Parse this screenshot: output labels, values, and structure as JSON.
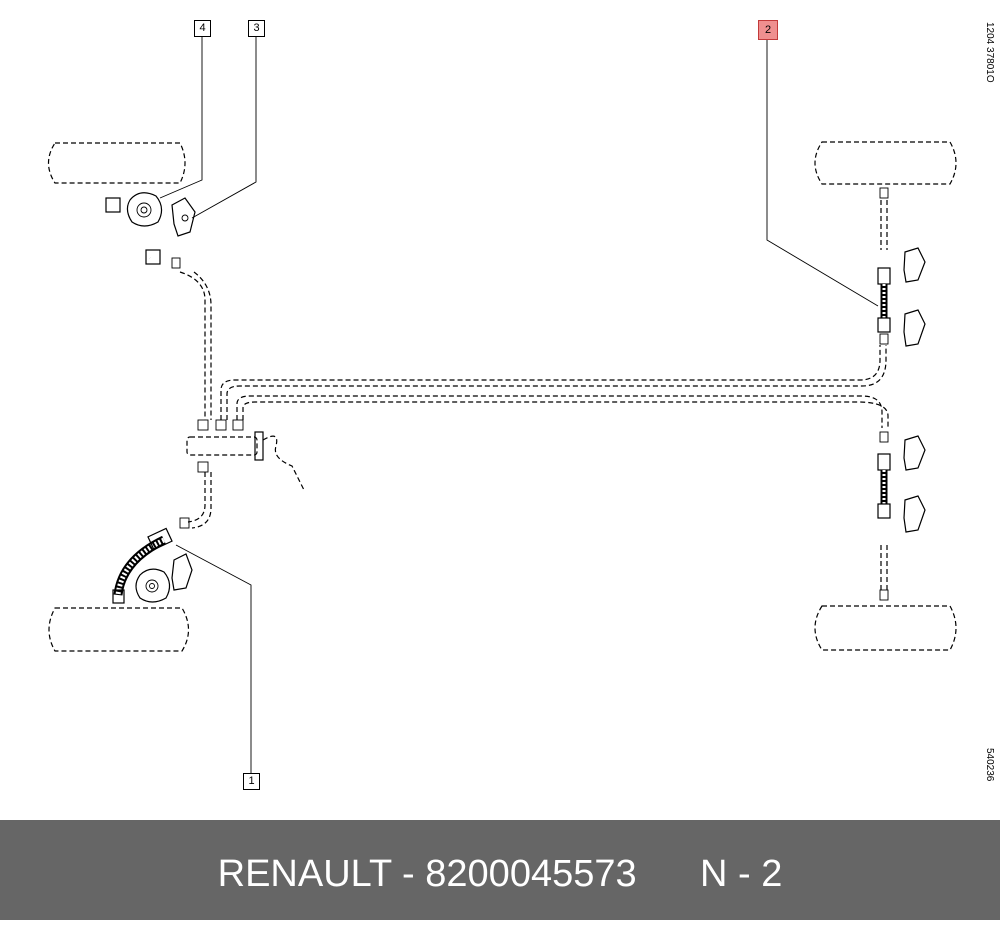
{
  "diagram": {
    "code_top": "1204 37801O",
    "code_bottom": "540236",
    "callouts": [
      {
        "id": "1",
        "highlighted": false
      },
      {
        "id": "2",
        "highlighted": true
      },
      {
        "id": "3",
        "highlighted": false
      },
      {
        "id": "4",
        "highlighted": false
      }
    ]
  },
  "footer": {
    "brand": "RENAULT",
    "separator": " - ",
    "part_number": "8200045573",
    "position_label": "N - 2"
  },
  "colors": {
    "footer_bg": "#666666",
    "footer_text": "#ffffff",
    "highlight": "#ef8f8f"
  }
}
